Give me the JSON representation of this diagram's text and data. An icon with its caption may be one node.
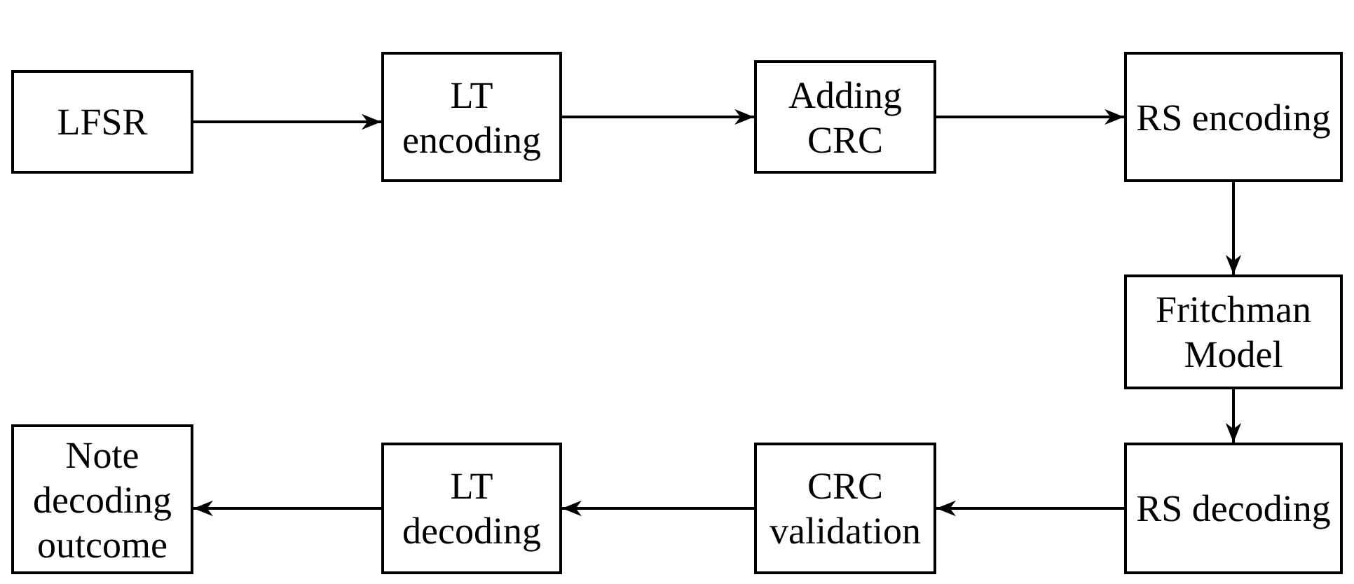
{
  "diagram": {
    "nodes": [
      {
        "text": [
          "LFSR"
        ]
      },
      {
        "text": [
          "LT encoding"
        ]
      },
      {
        "text": [
          "Adding CRC"
        ]
      },
      {
        "text": [
          "RS encoding"
        ]
      },
      {
        "text": [
          "Fritchman Model"
        ]
      },
      {
        "text": [
          "RS decoding"
        ]
      },
      {
        "text": [
          "CRC validation"
        ]
      },
      {
        "text": [
          "LT decoding"
        ]
      },
      {
        "text": [
          "Note decoding outcome"
        ]
      }
    ],
    "edges": [
      {
        "from": 0,
        "to": 1,
        "arrow": "to"
      },
      {
        "from": 1,
        "to": 2,
        "arrow": "to"
      },
      {
        "from": 2,
        "to": 3,
        "arrow": "to"
      },
      {
        "from": 3,
        "to": 4,
        "arrow": "to"
      },
      {
        "from": 4,
        "to": 5,
        "arrow": "to"
      },
      {
        "from": 5,
        "to": 6,
        "arrow": "to"
      },
      {
        "from": 6,
        "to": 7,
        "arrow": "to"
      },
      {
        "from": 7,
        "to": 8,
        "arrow": "to"
      }
    ]
  }
}
